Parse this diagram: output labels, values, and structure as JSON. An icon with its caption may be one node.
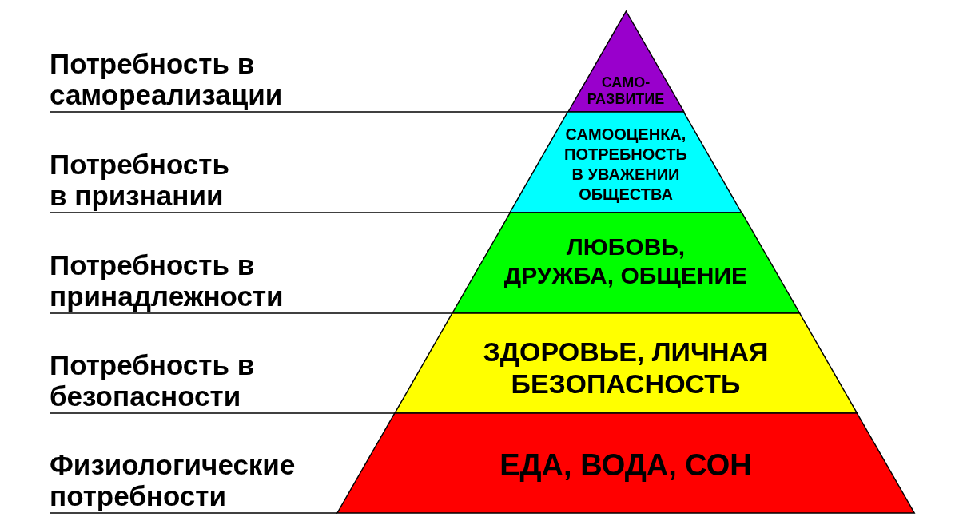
{
  "diagram": {
    "nodes": [
      {
        "text": [
          "Потребность в самореализации"
        ]
      },
      {
        "text": [
          "САМО- РАЗВИТИЕ"
        ]
      },
      {
        "text": [
          "Потребность в признании"
        ]
      },
      {
        "text": [
          "САМООЦЕНКА, ПОТРЕБНОСТЬ В УВАЖЕНИИ ОБЩЕСТВА"
        ]
      },
      {
        "text": [
          "Потребность в принадлежности"
        ]
      },
      {
        "text": [
          "ЛЮБОВЬ, ДРУЖБА, ОБЩЕНИЕ"
        ]
      },
      {
        "text": [
          "Потребность в безопасности"
        ]
      },
      {
        "text": [
          "ЗДОРОВЬЕ, ЛИЧНАЯ БЕЗОПАСНОСТЬ"
        ]
      },
      {
        "text": [
          "Физиологические потребности"
        ]
      },
      {
        "text": [
          "ЕДА, ВОДА, СОН"
        ]
      }
    ],
    "edges": [
      {
        "from": 0,
        "to": 1,
        "arrow": "none"
      },
      {
        "from": 2,
        "to": 3,
        "arrow": "none"
      },
      {
        "from": 4,
        "to": 5,
        "arrow": "none"
      },
      {
        "from": 6,
        "to": 7,
        "arrow": "none"
      },
      {
        "from": 8,
        "to": 9,
        "arrow": "none"
      }
    ]
  }
}
